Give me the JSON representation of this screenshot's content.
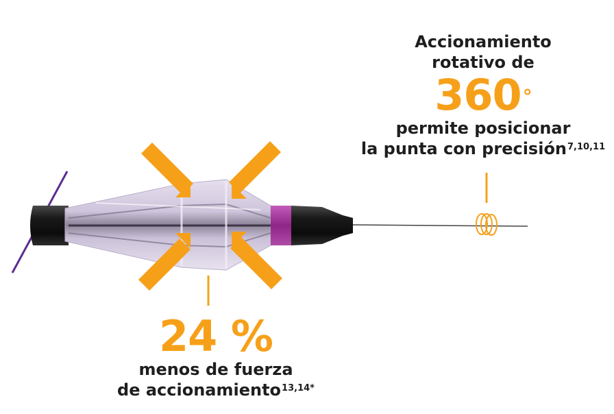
{
  "rotation_callout": {
    "line1": "Accionamiento",
    "line2": "rotativo de",
    "value": "360",
    "unit": "°",
    "line3": "permite posicionar",
    "line4": "la punta con precisión",
    "ref": "7,10,11"
  },
  "force_callout": {
    "value": "24 %",
    "line1": "menos de fuerza",
    "line2": "de accionamiento",
    "ref": "13,14*"
  },
  "colors": {
    "accent": "#f6a01a",
    "text": "#1e1e1e",
    "handle_band": "#a3339a",
    "guide_line": "#5a2d91"
  }
}
